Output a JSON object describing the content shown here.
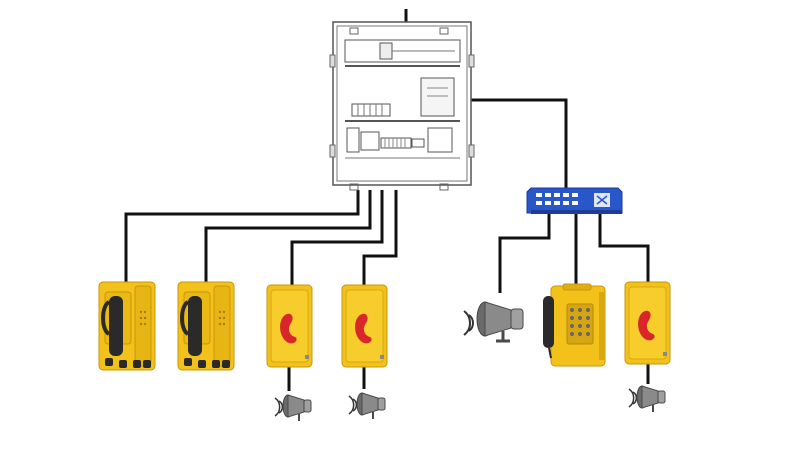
{
  "diagram": {
    "description_hidden": "",
    "colors": {
      "wire": "#111111",
      "enclosure_fill": "#ffffff",
      "enclosure_stroke": "#555555",
      "phone_body": "#f2c21a",
      "phone_shade": "#c9950c",
      "handset": "#2a2a2a",
      "red_handset": "#d8262a",
      "switch_blue": "#2956c8",
      "switch_dark": "#1c3c97",
      "speaker_grey": "#8a8a8a",
      "speaker_dark": "#4a4a4a"
    },
    "nodes": [
      {
        "id": "main-enclosure",
        "icon": "control-cabinet-icon"
      },
      {
        "id": "network-switch",
        "icon": "network-switch-icon"
      },
      {
        "id": "phone-1",
        "icon": "weatherproof-phone-handset-icon"
      },
      {
        "id": "phone-2",
        "icon": "weatherproof-phone-handset-icon"
      },
      {
        "id": "phone-3",
        "icon": "emergency-phone-red-icon"
      },
      {
        "id": "phone-4",
        "icon": "emergency-phone-red-icon"
      },
      {
        "id": "horn-large",
        "icon": "horn-speaker-icon"
      },
      {
        "id": "keypad-phone",
        "icon": "keypad-phone-icon"
      },
      {
        "id": "phone-5",
        "icon": "emergency-phone-red-icon"
      },
      {
        "id": "horn-1",
        "icon": "horn-speaker-icon"
      },
      {
        "id": "horn-2",
        "icon": "horn-speaker-icon"
      },
      {
        "id": "horn-3",
        "icon": "horn-speaker-icon"
      }
    ]
  }
}
